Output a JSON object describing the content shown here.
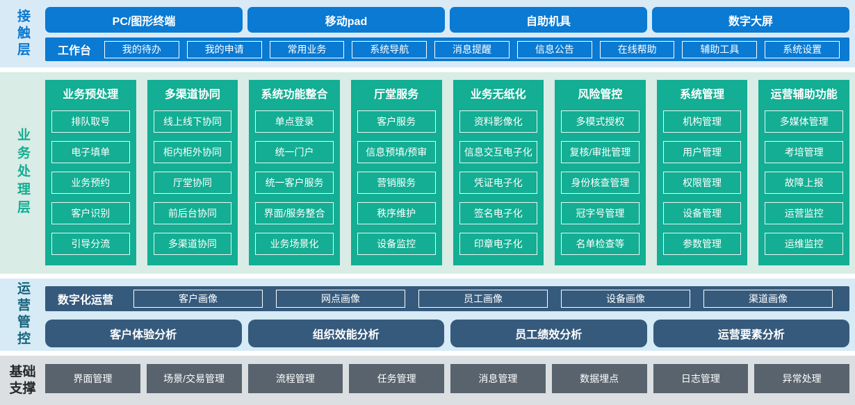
{
  "contact": {
    "label": "接触层",
    "terminals": [
      "PC/图形终端",
      "移动pad",
      "自助机具",
      "数字大屏"
    ],
    "workbench": {
      "label": "工作台",
      "items": [
        "我的待办",
        "我的申请",
        "常用业务",
        "系统导航",
        "消息提醒",
        "信息公告",
        "在线帮助",
        "辅助工具",
        "系统设置"
      ]
    }
  },
  "business": {
    "label": "业务处理层",
    "columns": [
      {
        "title": "业务预处理",
        "items": [
          "排队取号",
          "电子填单",
          "业务预约",
          "客户识别",
          "引导分流"
        ]
      },
      {
        "title": "多渠道协同",
        "items": [
          "线上线下协同",
          "柜内柜外协同",
          "厅堂协同",
          "前后台协同",
          "多渠道协同"
        ]
      },
      {
        "title": "系统功能整合",
        "items": [
          "单点登录",
          "统一门户",
          "统一客户服务",
          "界面/服务整合",
          "业务场景化"
        ]
      },
      {
        "title": "厅堂服务",
        "items": [
          "客户服务",
          "信息预填/预审",
          "营销服务",
          "秩序维护",
          "设备监控"
        ]
      },
      {
        "title": "业务无纸化",
        "items": [
          "资料影像化",
          "信息交互电子化",
          "凭证电子化",
          "签名电子化",
          "印章电子化"
        ]
      },
      {
        "title": "风险管控",
        "items": [
          "多模式授权",
          "复核/审批管理",
          "身份核查管理",
          "冠字号管理",
          "名单检查等"
        ]
      },
      {
        "title": "系统管理",
        "items": [
          "机构管理",
          "用户管理",
          "权限管理",
          "设备管理",
          "参数管理"
        ]
      },
      {
        "title": "运营辅助功能",
        "items": [
          "多媒体管理",
          "考培管理",
          "故障上报",
          "运营监控",
          "运维监控"
        ]
      }
    ]
  },
  "operations": {
    "label": "运营管控",
    "digital_ops": {
      "label": "数字化运营",
      "items": [
        "客户画像",
        "网点画像",
        "员工画像",
        "设备画像",
        "渠道画像"
      ]
    },
    "analysis": [
      "客户体验分析",
      "组织效能分析",
      "员工绩效分析",
      "运营要素分析"
    ]
  },
  "foundation": {
    "label": "基础支撑",
    "items": [
      "界面管理",
      "场景/交易管理",
      "流程管理",
      "任务管理",
      "消息管理",
      "数据埋点",
      "日志管理",
      "异常处理"
    ]
  },
  "colors": {
    "primary_blue": "#0a7ad2",
    "contact_bg": "#d9eaf7",
    "green": "#13ae93",
    "business_bg": "#d9ece5",
    "dark_blue": "#365a7c",
    "ops_bg": "#d6ebf6",
    "slate_gray": "#58636d",
    "foundation_bg": "#dbdfe2",
    "contact_label": "#0a78cf",
    "business_label": "#13ae93",
    "ops_label": "#15647a",
    "foundation_label": "#25282a"
  }
}
